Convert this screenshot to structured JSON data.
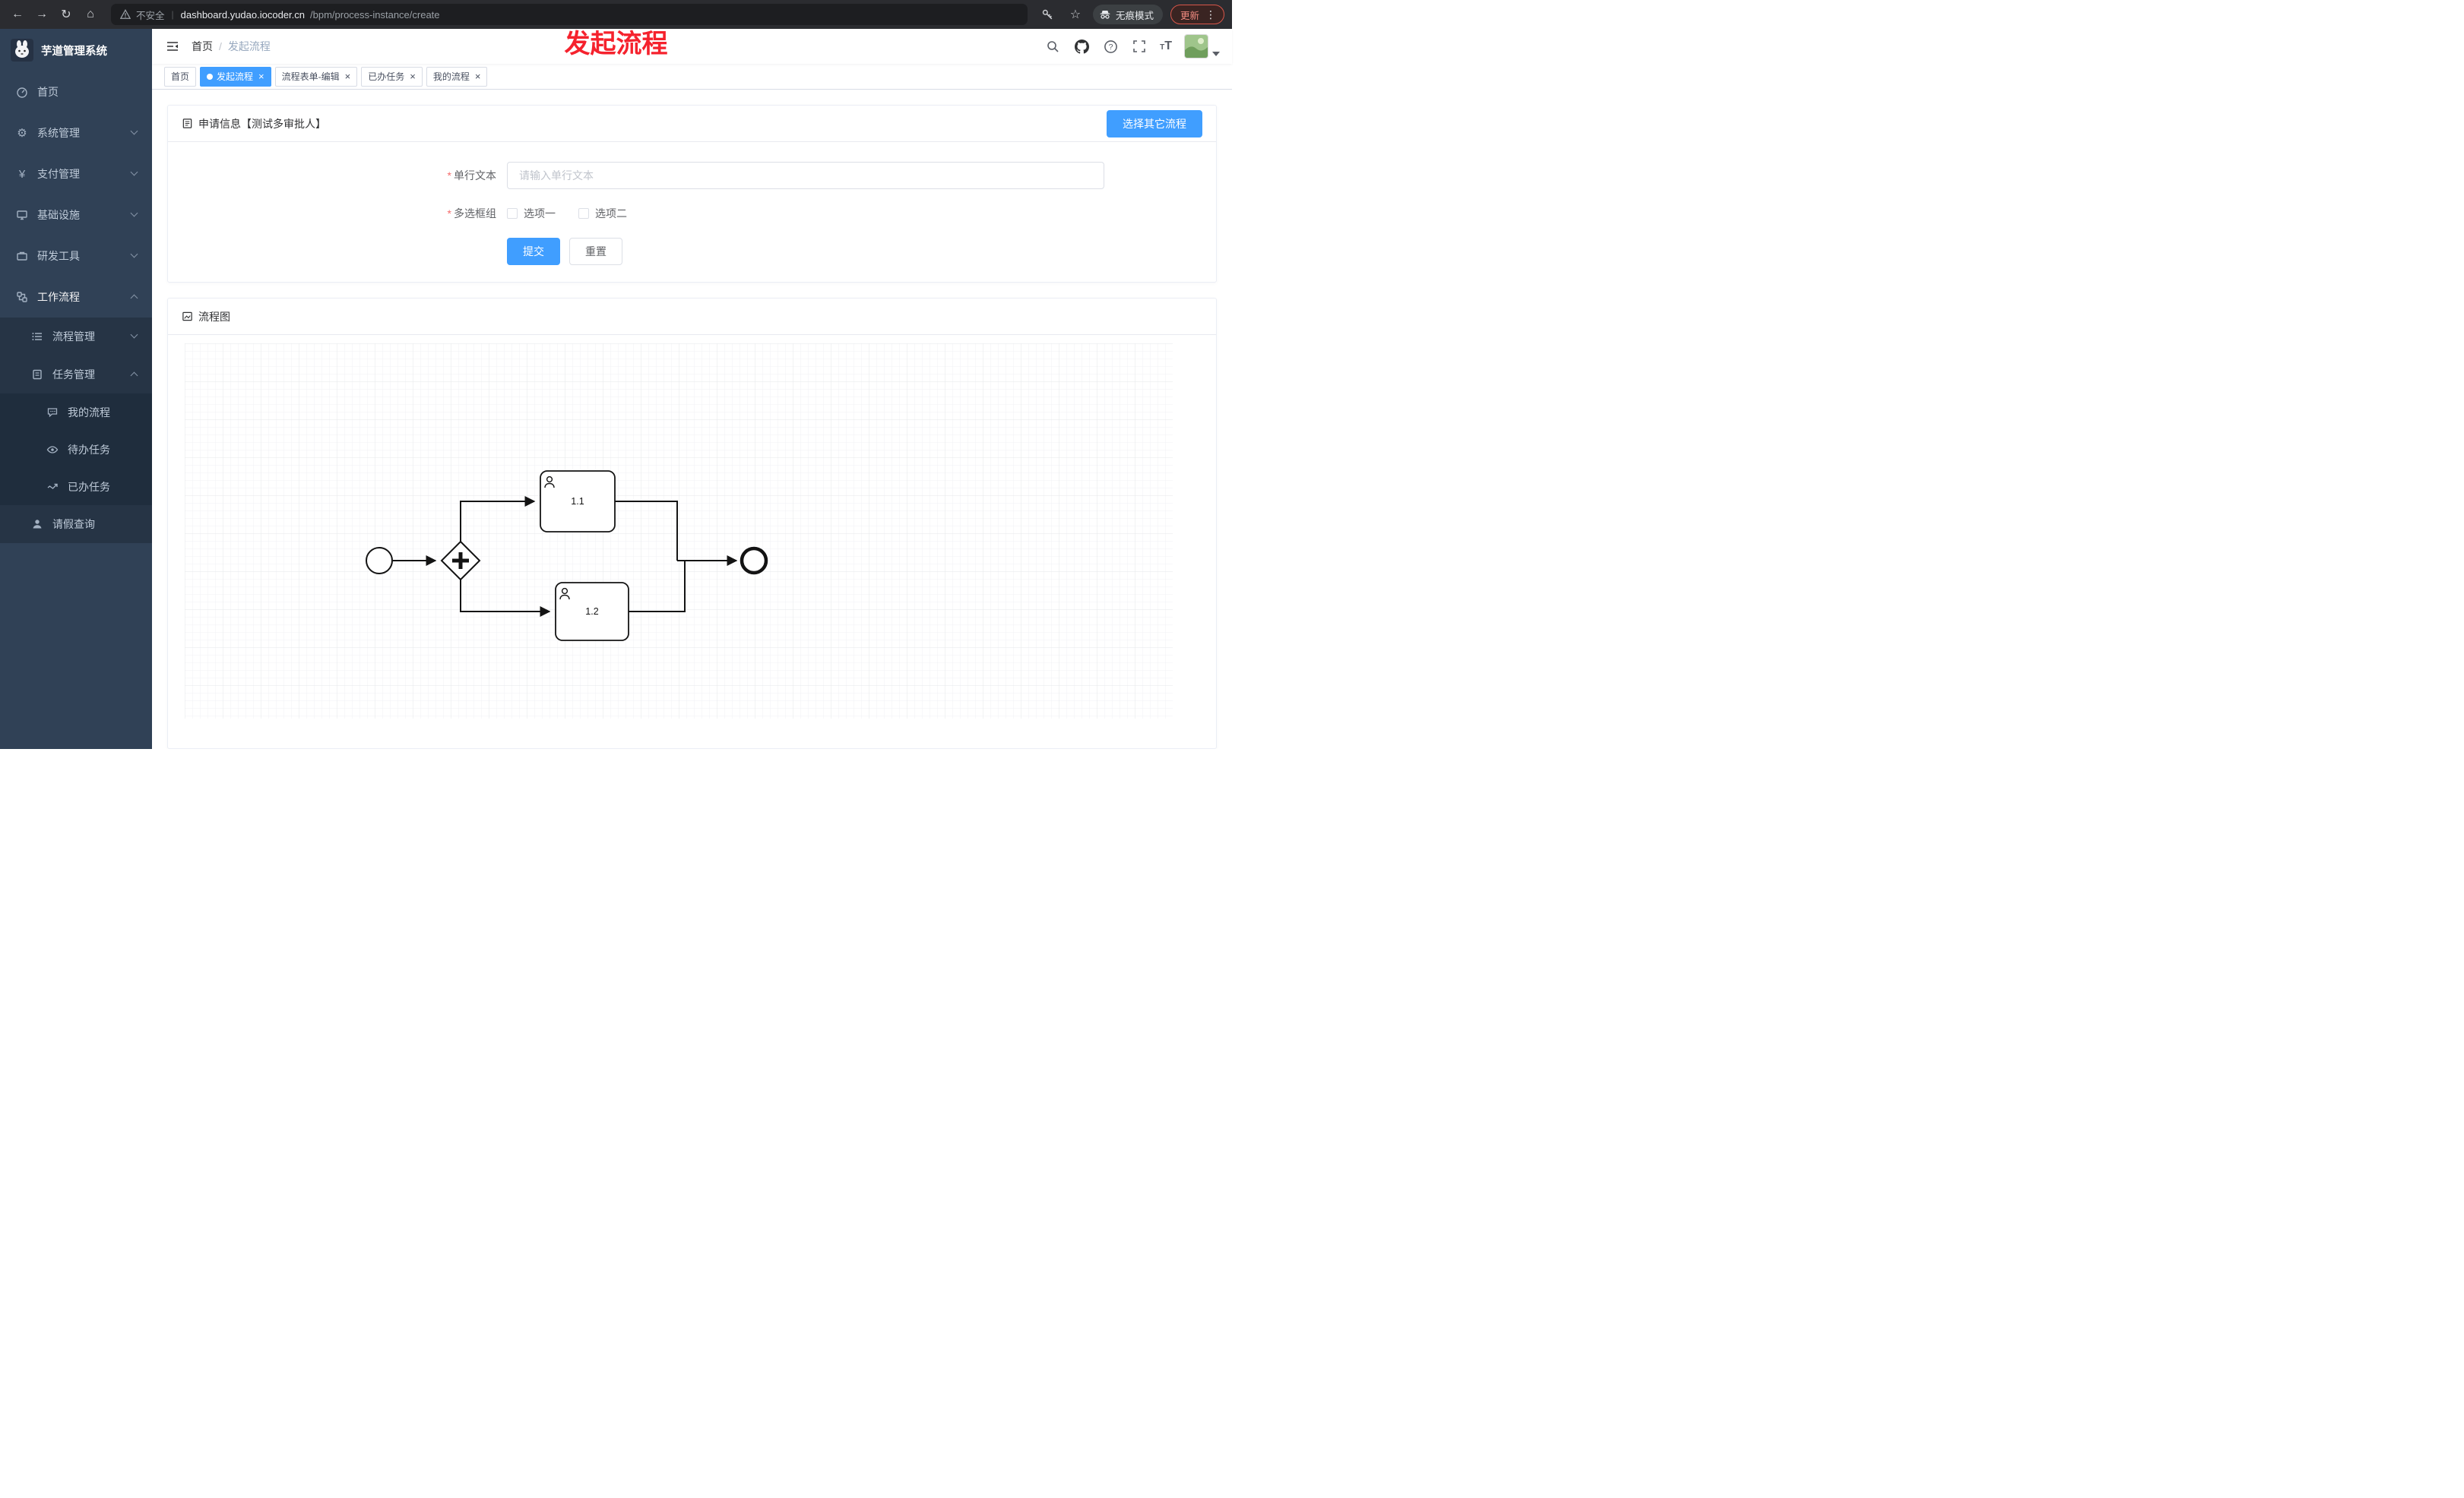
{
  "browser": {
    "url": {
      "security_label": "不安全",
      "separator": "|",
      "domain": "dashboard.yudao.iocoder.cn",
      "path": "/bpm/process-instance/create"
    },
    "incognito_label": "无痕模式",
    "update_label": "更新"
  },
  "sidebar": {
    "logo_title": "芋道管理系统",
    "items": [
      {
        "label": "首页",
        "icon": "dashboard-icon"
      },
      {
        "label": "系统管理",
        "icon": "gear-icon",
        "expandable": true
      },
      {
        "label": "支付管理",
        "icon": "yen-icon",
        "expandable": true
      },
      {
        "label": "基础设施",
        "icon": "infrastructure-icon",
        "expandable": true
      },
      {
        "label": "研发工具",
        "icon": "devtools-icon",
        "expandable": true
      },
      {
        "label": "工作流程",
        "icon": "workflow-icon",
        "expandable": true,
        "expanded": true,
        "children": [
          {
            "label": "流程管理",
            "icon": "process-manage-icon",
            "expandable": true
          },
          {
            "label": "任务管理",
            "icon": "task-manage-icon",
            "expandable": true,
            "expanded": true,
            "children": [
              {
                "label": "我的流程",
                "icon": "my-process-icon"
              },
              {
                "label": "待办任务",
                "icon": "todo-icon"
              },
              {
                "label": "已办任务",
                "icon": "done-icon"
              }
            ]
          },
          {
            "label": "请假查询",
            "icon": "user-icon"
          }
        ]
      }
    ]
  },
  "header": {
    "breadcrumb": {
      "items": [
        "首页",
        "发起流程"
      ],
      "separator": "/"
    },
    "annotation": "发起流程"
  },
  "tabs": [
    {
      "label": "首页",
      "closable": false,
      "active": false
    },
    {
      "label": "发起流程",
      "closable": true,
      "active": true
    },
    {
      "label": "流程表单-编辑",
      "closable": true,
      "active": false
    },
    {
      "label": "已办任务",
      "closable": true,
      "active": false
    },
    {
      "label": "我的流程",
      "closable": true,
      "active": false
    }
  ],
  "form_card": {
    "title": "申请信息【测试多审批人】",
    "select_other_label": "选择其它流程",
    "fields": [
      {
        "label": "单行文本",
        "required": true,
        "type": "text",
        "value": "",
        "placeholder": "请输入单行文本"
      },
      {
        "label": "多选框组",
        "required": true,
        "type": "checkbox-group",
        "options": [
          "选项一",
          "选项二"
        ],
        "checked": [
          false,
          false
        ]
      }
    ],
    "submit_label": "提交",
    "reset_label": "重置"
  },
  "diagram_card": {
    "title": "流程图",
    "bpmn": {
      "start_event": {
        "type": "startEvent"
      },
      "gateway": {
        "type": "parallelGateway"
      },
      "tasks": [
        {
          "label": "1.1",
          "type": "userTask"
        },
        {
          "label": "1.2",
          "type": "userTask"
        }
      ],
      "end_event": {
        "type": "endEvent"
      }
    }
  },
  "icons": {
    "close": "×",
    "required_mark": "*"
  },
  "colors": {
    "accent_blue": "#409eff",
    "sidebar_bg": "#304156",
    "annotation_red": "#f5222d",
    "danger_red": "#f56c6c",
    "tab_border": "#d8dce5"
  }
}
